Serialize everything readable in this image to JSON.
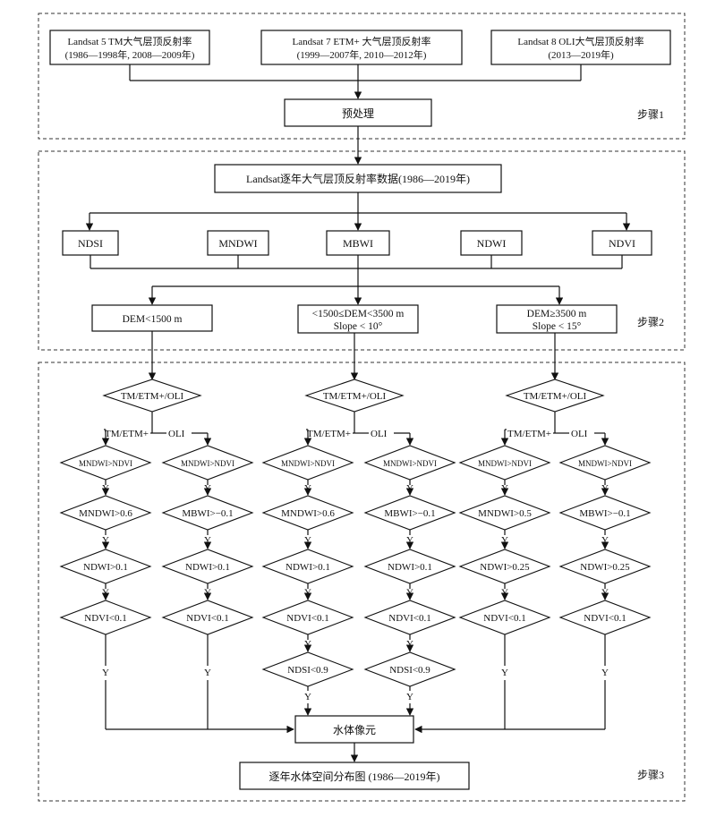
{
  "steps": {
    "step1": "步骤1",
    "step2": "步骤2",
    "step3": "步骤3"
  },
  "sources": [
    {
      "line1": "Landsat 5 TM大气层顶反射率",
      "line2": "(1986—1998年, 2008—2009年)"
    },
    {
      "line1": "Landsat 7 ETM+ 大气层顶反射率",
      "line2": "(1999—2007年, 2010—2012年)"
    },
    {
      "line1": "Landsat 8 OLI大气层顶反射率",
      "line2": "(2013—2019年)"
    }
  ],
  "preprocess": "预处理",
  "annual_data": "Landsat逐年大气层顶反射率数据(1986—2019年)",
  "indices": [
    "NDSI",
    "MNDWI",
    "MBWI",
    "NDWI",
    "NDVI"
  ],
  "dem_classes": [
    {
      "line1": "DEM<1500 m",
      "line2": ""
    },
    {
      "line1": "<1500≤DEM<3500 m",
      "line2": "Slope < 10°"
    },
    {
      "line1": "DEM≥3500 m",
      "line2": "Slope < 15°"
    }
  ],
  "sensor_decision": "TM/ETM+/OLI",
  "branch_left": "TM/ETM+",
  "branch_right": "OLI",
  "yes": "Y",
  "columns": [
    [
      "MNDWI>NDVI",
      "MNDWI>0.6",
      "NDWI>0.1",
      "NDVI<0.1"
    ],
    [
      "MNDWI>NDVI",
      "MBWI>−0.1",
      "NDWI>0.1",
      "NDVI<0.1"
    ],
    [
      "MNDWI>NDVI",
      "MNDWI>0.6",
      "NDWI>0.1",
      "NDVI<0.1",
      "NDSI<0.9"
    ],
    [
      "MNDWI>NDVI",
      "MBWI>−0.1",
      "NDWI>0.1",
      "NDVI<0.1",
      "NDSI<0.9"
    ],
    [
      "MNDWI>NDVI",
      "MNDWI>0.5",
      "NDWI>0.25",
      "NDVI<0.1"
    ],
    [
      "MNDWI>NDVI",
      "MBWI>−0.1",
      "NDWI>0.25",
      "NDVI<0.1"
    ]
  ],
  "water_pixel": "水体像元",
  "output": "逐年水体空间分布图 (1986—2019年)"
}
